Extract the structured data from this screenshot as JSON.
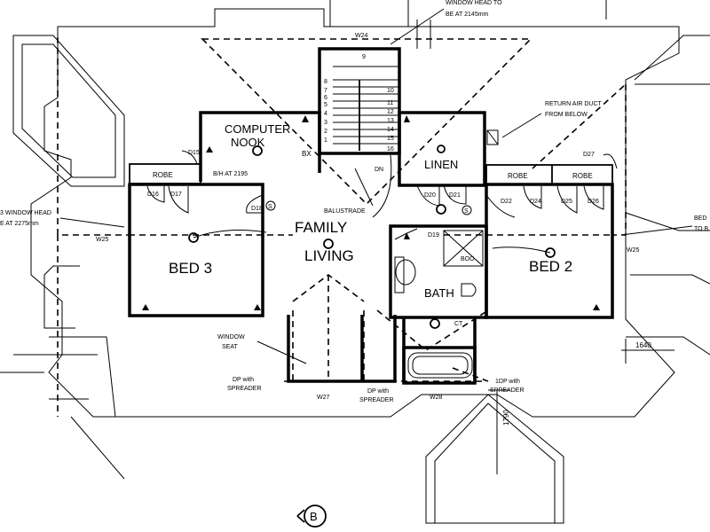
{
  "rooms": {
    "computer_nook_1": "COMPUTER",
    "computer_nook_2": "NOOK",
    "linen": "LINEN",
    "family": "FAMILY",
    "living": "LIVING",
    "bed3": "BED 3",
    "bed2": "BED 2",
    "bath": "BATH",
    "robe_left": "ROBE",
    "robe_right_1": "ROBE",
    "robe_right_2": "ROBE"
  },
  "notes": {
    "window_head_top_1": "WINDOW HEAD TO",
    "window_head_top_2": "BE AT 2145mm",
    "return_air_1": "RETURN AIR DUCT",
    "return_air_2": "FROM BELOW",
    "window_head_left_1": "3 WINDOW HEAD",
    "window_head_left_2": "E AT 2275mm",
    "right_edge_1": "BED",
    "right_edge_2": "TO B",
    "window_seat_1": "WINDOW",
    "window_seat_2": "SEAT",
    "balustrade": "BALUSTRADE",
    "bh": "B/H AT 2195",
    "dp_left_1": "DP with",
    "dp_left_2": "SPREADER",
    "dp_mid_1": "DP with",
    "dp_mid_2": "SPREADER",
    "dp_right_1": "1DP with",
    "dp_right_2": "SPREADER",
    "bx": "BX",
    "dn": "DN",
    "ct": "CT",
    "boo": "BOO",
    "s_right": "S"
  },
  "tags": {
    "w24": "W24",
    "w25_left": "W25",
    "w25_right": "W25",
    "w27": "W27",
    "w28": "W28",
    "d15": "D15",
    "d16": "D16",
    "d17": "D17",
    "d18": "D18",
    "d19": "D19",
    "d20": "D20",
    "d21": "D21",
    "d22": "D22",
    "d24": "D24",
    "d25": "D25",
    "d26": "D26",
    "d27": "D27",
    "s_mark": "S"
  },
  "dimensions": {
    "d1640": "1640",
    "d1790": "1790"
  },
  "stairs": {
    "left": [
      "8",
      "7",
      "6",
      "5",
      "4",
      "3",
      "2",
      "1"
    ],
    "right": [
      "10",
      "11",
      "12",
      "13",
      "14",
      "15",
      "16"
    ],
    "top": "9"
  },
  "section_marker": "B"
}
